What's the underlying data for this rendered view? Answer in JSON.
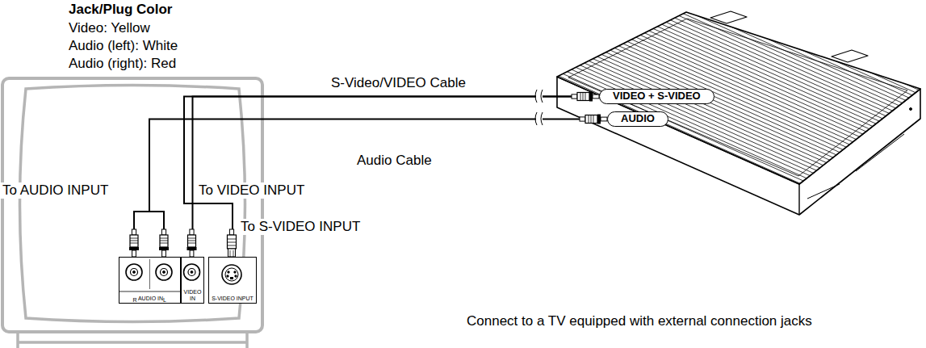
{
  "diagram": {
    "caption": "Connect to a TV equipped with external connection jacks",
    "nodes": [
      {
        "text": [
          "VIDEO + S-VIDEO"
        ]
      },
      {
        "text": [
          "AUDIO"
        ]
      },
      {
        "text": [
          "R",
          "L",
          "AUDIO IN"
        ]
      },
      {
        "text": [
          "VIDEO IN"
        ]
      },
      {
        "text": [
          "S-VIDEO INPUT"
        ]
      }
    ],
    "edges": [
      {
        "from": 0,
        "to": 3,
        "label": "S-Video/VIDEO Cable",
        "arrow": "none"
      },
      {
        "from": 0,
        "to": 4,
        "arrow": "none"
      },
      {
        "from": 1,
        "to": 2,
        "label": "Audio Cable",
        "arrow": "none"
      }
    ],
    "labels": [
      "Jack/Plug Color",
      "Video: Yellow",
      "Audio (left): White",
      "Audio (right): Red",
      "To AUDIO INPUT",
      "To VIDEO INPUT",
      "To S-VIDEO INPUT"
    ]
  }
}
